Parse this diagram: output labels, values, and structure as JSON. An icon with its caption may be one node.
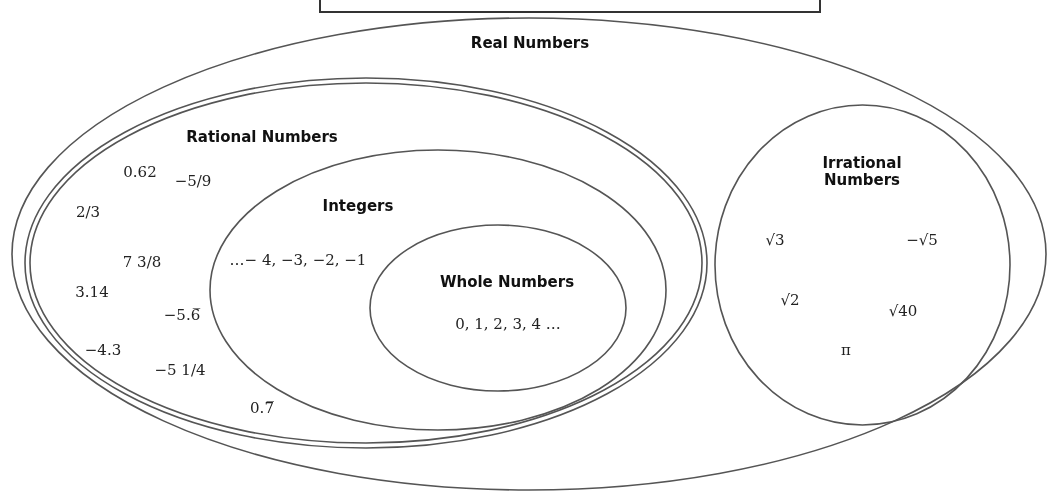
{
  "diagram": {
    "nodes": [
      {
        "text": [
          "Real Numbers"
        ]
      },
      {
        "text": [
          "Rational Numbers",
          "0.62",
          "−5/9",
          "2/3",
          "7 3/8",
          "3.14",
          "−5.6̅",
          "−4.3",
          "−5 1/4",
          "0.7̅"
        ],
        "in": 0
      },
      {
        "text": [
          "Integers",
          "…− 4, −3, −2, −1"
        ],
        "in": 1
      },
      {
        "text": [
          "Whole Numbers",
          "0, 1, 2, 3, 4 …"
        ],
        "in": 2
      },
      {
        "text": [
          "Irrational Numbers",
          "√3",
          "−√5",
          "√2",
          "√40",
          "π"
        ],
        "in": 0
      }
    ],
    "edges": []
  }
}
